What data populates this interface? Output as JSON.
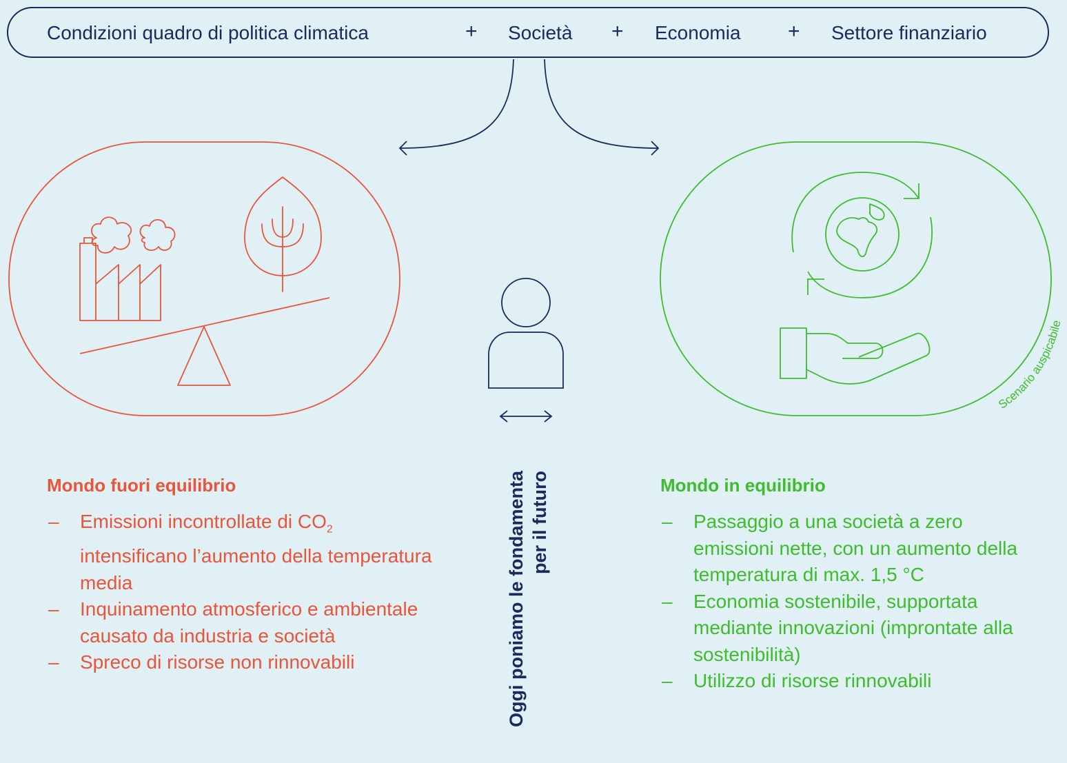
{
  "top_bar": {
    "factors": [
      "Condizioni quadro di politica climatica",
      "Società",
      "Economia",
      "Settore finanziario"
    ],
    "separator": "+"
  },
  "center": {
    "label_line1": "Oggi poniamo le fondamenta",
    "label_line2": "per il futuro"
  },
  "left_panel": {
    "title": "Mondo fuori equilibrio",
    "items": [
      "Emissioni incontrollate di CO",
      "Inquinamento atmosferico e ambientale causato da industria e società",
      "Spreco di risorse non rinnovabili"
    ],
    "item1_subscript": "2",
    "item1_rest": " intensificano l’aumento della temperatura media",
    "bullet": "–",
    "color": "#e8553a"
  },
  "right_panel": {
    "title": "Mondo in equilibrio",
    "items": [
      "Passaggio a una società a zero emissioni nette, con un aumento della temperatura di max. 1,5 °C",
      "Economia sostenibile, supportata mediante innovazioni (improntate alla sostenibilità)",
      "Utilizzo di risorse rinnovabili"
    ],
    "bullet": "–",
    "badge": "Scenario auspicabile",
    "color": "#3dbd2d"
  },
  "colors": {
    "navy": "#1b2a5c",
    "background": "#e0f0f4"
  },
  "icons": [
    "factory-icon",
    "leaf-icon",
    "seesaw-icon",
    "person-icon",
    "globe-icon",
    "cycle-arrows-icon",
    "hand-icon",
    "double-arrow-icon"
  ]
}
